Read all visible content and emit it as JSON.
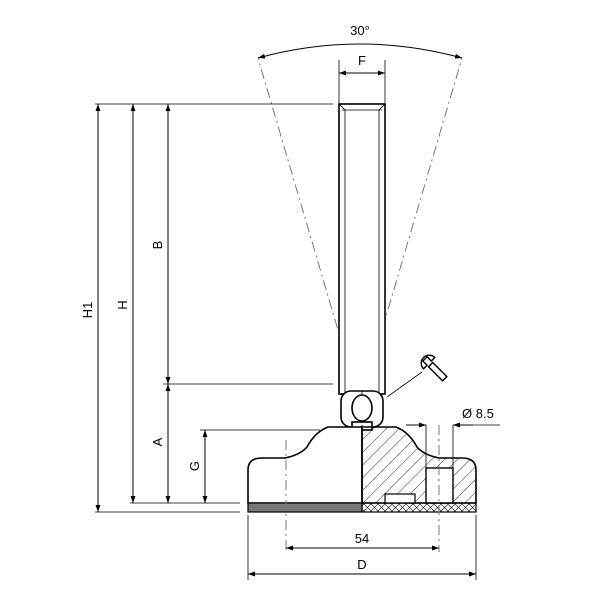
{
  "labels": {
    "angle": "30°",
    "thread": "F",
    "h1": "H1",
    "h": "H",
    "b": "B",
    "a": "A",
    "g": "G",
    "hole": "Ø 8.5",
    "bolt_spacing": "54",
    "diameter": "D"
  },
  "icons": [
    "wrench-icon"
  ]
}
